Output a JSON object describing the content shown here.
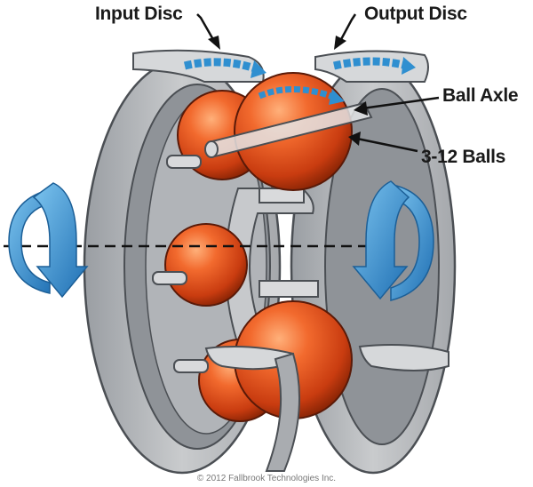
{
  "labels": {
    "input_disc": "Input Disc",
    "output_disc": "Output Disc",
    "ball_axle": "Ball Axle",
    "balls": "3-12 Balls"
  },
  "copyright": "© 2012 Fallbrook Technologies Inc.",
  "colors": {
    "disc_gray": "#b9bcbf",
    "ball_orange": "#e0531f",
    "arrow_blue": "#2f8fd0",
    "outline": "#4b4f54"
  },
  "icons": {
    "rotation_left": "rotation-arrow-icon",
    "rotation_right": "rotation-arrow-icon"
  }
}
